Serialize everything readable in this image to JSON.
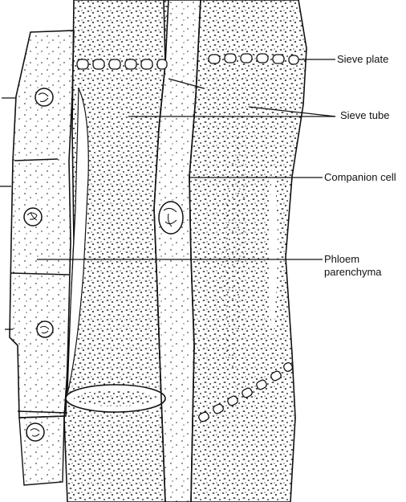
{
  "labels": {
    "sieve_plate": "Sieve plate",
    "sieve_tube": "Sieve tube",
    "companion_cell": "Companion cell",
    "phloem_parenchyma_line1": "Phloem",
    "phloem_parenchyma_line2": "parenchyma"
  },
  "colors": {
    "ink": "#111111",
    "paper": "#ffffff"
  }
}
